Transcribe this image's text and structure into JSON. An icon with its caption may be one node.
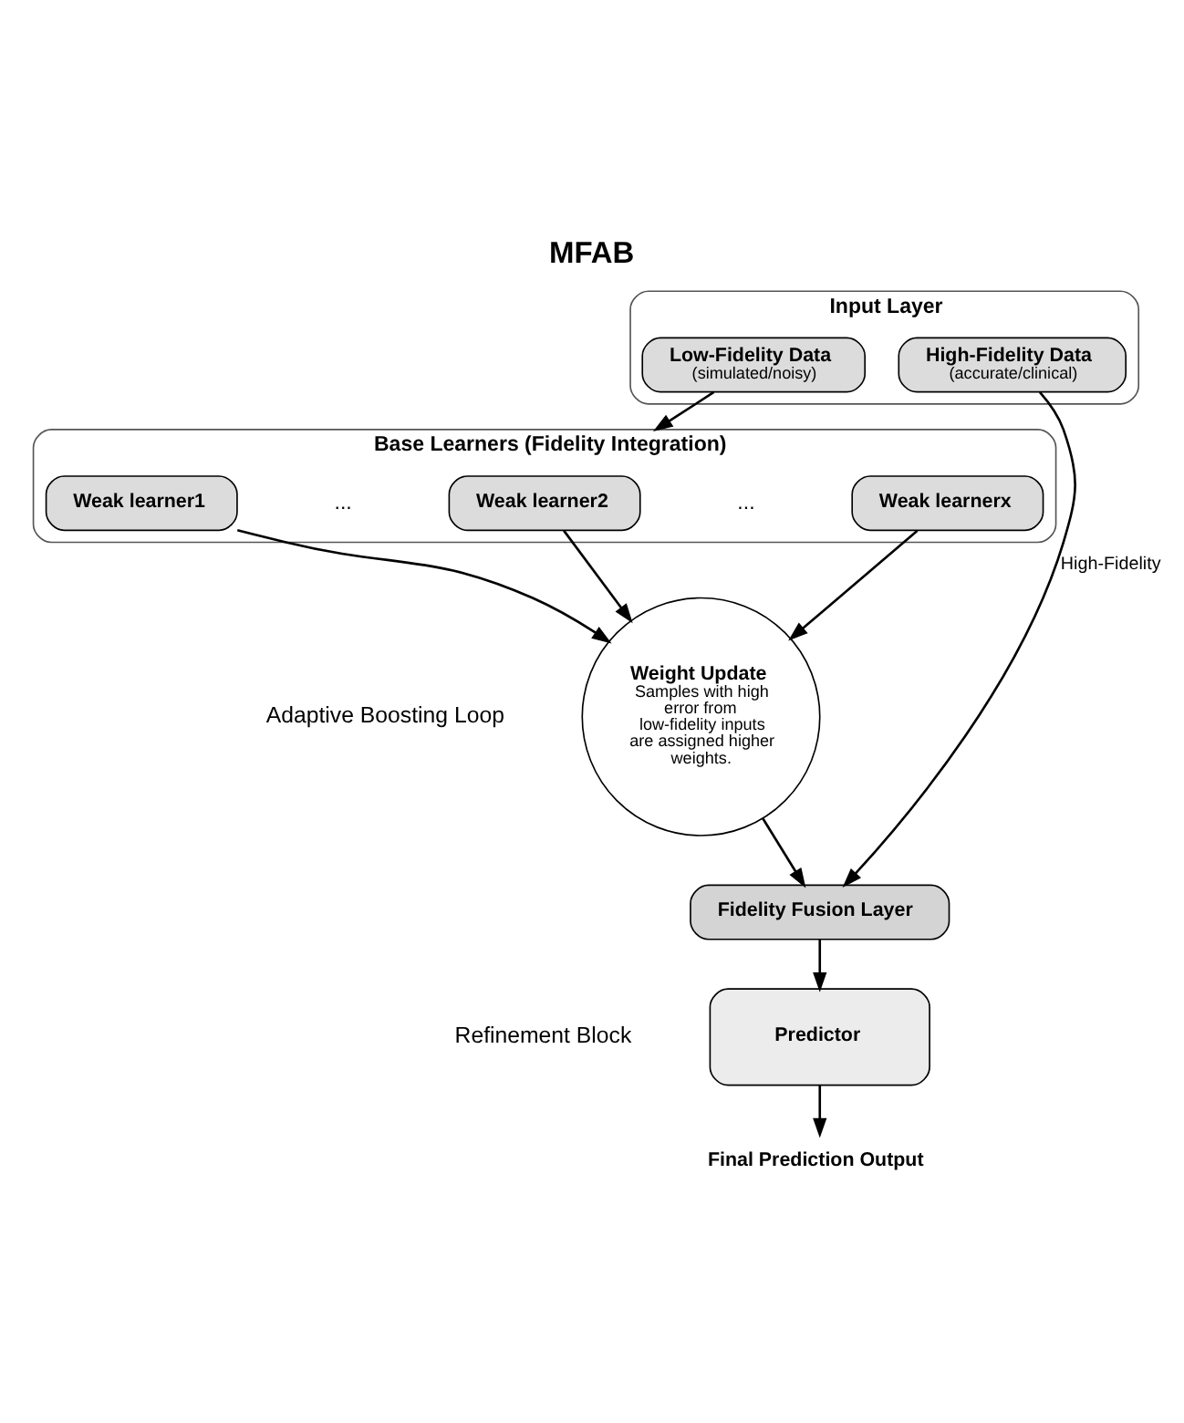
{
  "diagram": {
    "title": "MFAB",
    "nodes": [
      {
        "text": [
          "Input Layer"
        ]
      },
      {
        "text": [
          "Low-Fidelity Data",
          "(simulated/noisy)"
        ],
        "in": 0
      },
      {
        "text": [
          "High-Fidelity Data",
          "(accurate/clinical)"
        ],
        "in": 0
      },
      {
        "text": [
          "Base Learners (Fidelity Integration)"
        ]
      },
      {
        "text": [
          "Weak learner1"
        ],
        "in": 3
      },
      {
        "text": [
          "Weak learner2"
        ],
        "in": 3
      },
      {
        "text": [
          "Weak learnerx"
        ],
        "in": 3
      },
      {
        "text": [
          "Weight Update",
          "Samples with high error from low-fidelity inputs are assigned higher weights."
        ]
      },
      {
        "text": [
          "Fidelity Fusion Layer"
        ]
      },
      {
        "text": [
          "Predictor"
        ]
      },
      {
        "text": [
          "Final Prediction Output"
        ]
      }
    ],
    "edges": [
      {
        "from": 1,
        "to": 3,
        "arrow": "to"
      },
      {
        "from": 4,
        "to": 7,
        "arrow": "to"
      },
      {
        "from": 5,
        "to": 7,
        "arrow": "to"
      },
      {
        "from": 6,
        "to": 7,
        "arrow": "to"
      },
      {
        "from": 7,
        "to": 8,
        "arrow": "to"
      },
      {
        "from": 2,
        "to": 8,
        "arrow": "to",
        "label": "High-Fidelity"
      },
      {
        "from": 8,
        "to": 9,
        "arrow": "to"
      },
      {
        "from": 9,
        "to": 10,
        "arrow": "to"
      }
    ],
    "labels": [
      "...",
      "...",
      "Adaptive Boosting Loop",
      "Refinement Block"
    ]
  }
}
